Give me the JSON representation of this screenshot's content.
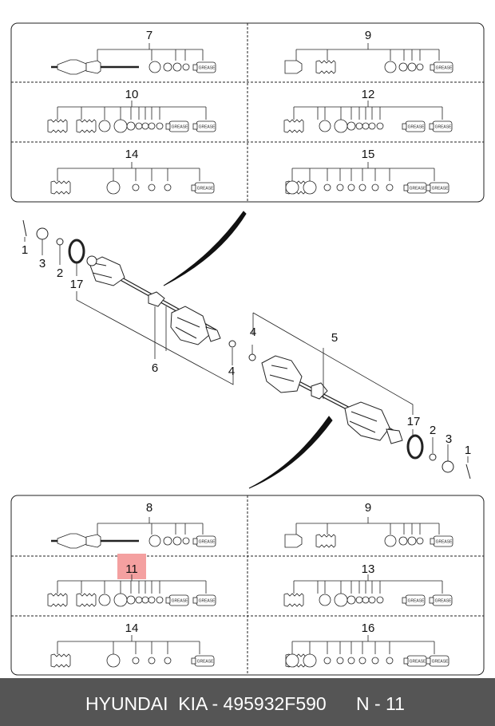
{
  "footer": {
    "brand_part": "HYUNDAI  KIA - 495932F590",
    "page": "N - 11"
  },
  "panel_top": {
    "cells": [
      {
        "label": "7"
      },
      {
        "label": "9"
      },
      {
        "label": "10"
      },
      {
        "label": "12"
      },
      {
        "label": "14"
      },
      {
        "label": "15"
      }
    ]
  },
  "panel_bottom": {
    "cells": [
      {
        "label": "8"
      },
      {
        "label": "9"
      },
      {
        "label": "11",
        "highlighted": true
      },
      {
        "label": "13"
      },
      {
        "label": "14"
      },
      {
        "label": "16"
      }
    ]
  },
  "grease_text": "GREASE",
  "callouts": {
    "left": [
      "1",
      "3",
      "2",
      "17",
      "6",
      "4"
    ],
    "right": [
      "4",
      "5",
      "17",
      "2",
      "3",
      "1"
    ]
  },
  "colors": {
    "highlight": "#f4a0a0",
    "footer_bg": "#555555"
  }
}
